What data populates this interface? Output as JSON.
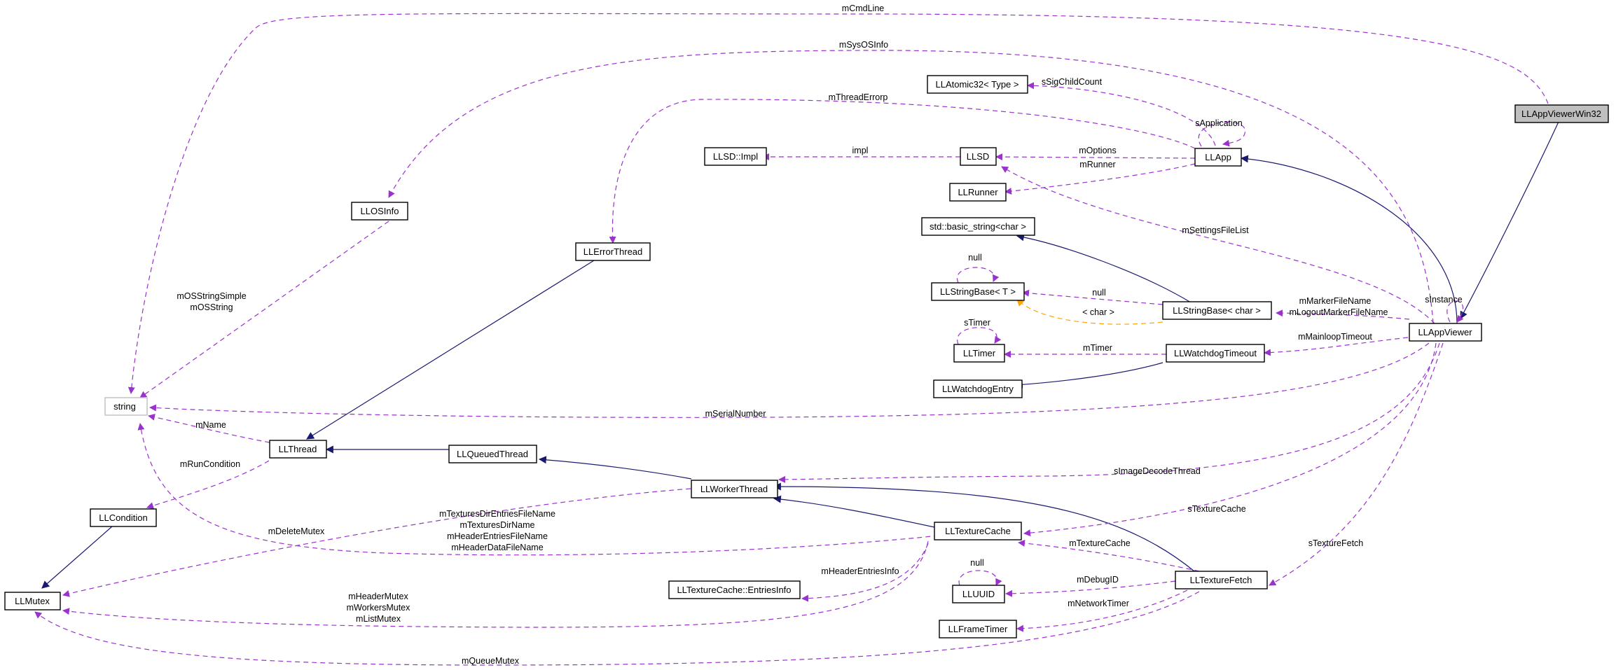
{
  "nodes": {
    "llappviewerwin32": "LLAppViewerWin32",
    "llappviewer": "LLAppViewer",
    "llapp": "LLApp",
    "llatomic32": "LLAtomic32< Type >",
    "llsd": "LLSD",
    "llsd_impl": "LLSD::Impl",
    "llrunner": "LLRunner",
    "llosinfo": "LLOSInfo",
    "llerrorthread": "LLErrorThread",
    "std_basic_string": "std::basic_string<char >",
    "llstringbase_t": "LLStringBase< T >",
    "llstringbase_char": "LLStringBase< char >",
    "lltimer": "LLTimer",
    "llwatchdogtimeout": "LLWatchdogTimeout",
    "llwatchdogentry": "LLWatchdogEntry",
    "string": "string",
    "llthread": "LLThread",
    "llqueuedthread": "LLQueuedThread",
    "llworkerthread": "LLWorkerThread",
    "llcondition": "LLCondition",
    "llmutex": "LLMutex",
    "lltexturecache": "LLTextureCache",
    "lltexturecache_entriesinfo": "LLTextureCache::EntriesInfo",
    "lluuid": "LLUUID",
    "lltexturefetch": "LLTextureFetch",
    "llframetimer": "LLFrameTimer"
  },
  "edge_labels": {
    "mcmdline": "mCmdLine",
    "msysosinfo": "mSysOSInfo",
    "msigchildcount": "sSigChildCount",
    "sapplication": "sApplication",
    "mthreaderrorp": "mThreadErrorp",
    "impl": "impl",
    "moptions": "mOptions",
    "mrunner": "mRunner",
    "msettingsfilelist": "mSettingsFileList",
    "null_stringbase": "null",
    "null_inherit": "null",
    "char_template": "< char >",
    "sinstance": "sInstance",
    "mmarkerfilename": "mMarkerFileName",
    "mlogoutmarkerfilename": "mLogoutMarkerFileName",
    "stimer": "sTimer",
    "mtimer": "mTimer",
    "mmainlooptimeout": "mMainloopTimeout",
    "mosstringsimple": "mOSStringSimple",
    "mosstring": "mOSString",
    "mserialnumber": "mSerialNumber",
    "mname": "mName",
    "mruncondition": "mRunCondition",
    "simagedecodethread": "sImageDecodeThread",
    "stexturecache": "sTextureCache",
    "mtexturesdirentriesfilename": "mTexturesDirEntriesFileName",
    "mtexturesdirname": "mTexturesDirName",
    "mheaderentriesfilename": "mHeaderEntriesFileName",
    "mheaderdatafilename": "mHeaderDataFileName",
    "mdeletemutex": "mDeleteMutex",
    "mtexturecache": "mTextureCache",
    "stexturefetch": "sTextureFetch",
    "mheaderentriesinfo": "mHeaderEntriesInfo",
    "null_uuid": "null",
    "mdebugid": "mDebugID",
    "mheadermutex": "mHeaderMutex",
    "mworkersmutex": "mWorkersMutex",
    "mlistmutex": "mListMutex",
    "mnetworktimer": "mNetworkTimer",
    "mqueuemutex": "mQueueMutex"
  },
  "colors": {
    "usage_edge": "#9a32cd",
    "inherit_edge": "#191970",
    "template_edge": "#ffa500",
    "highlight_node": "#bfbfbf"
  }
}
